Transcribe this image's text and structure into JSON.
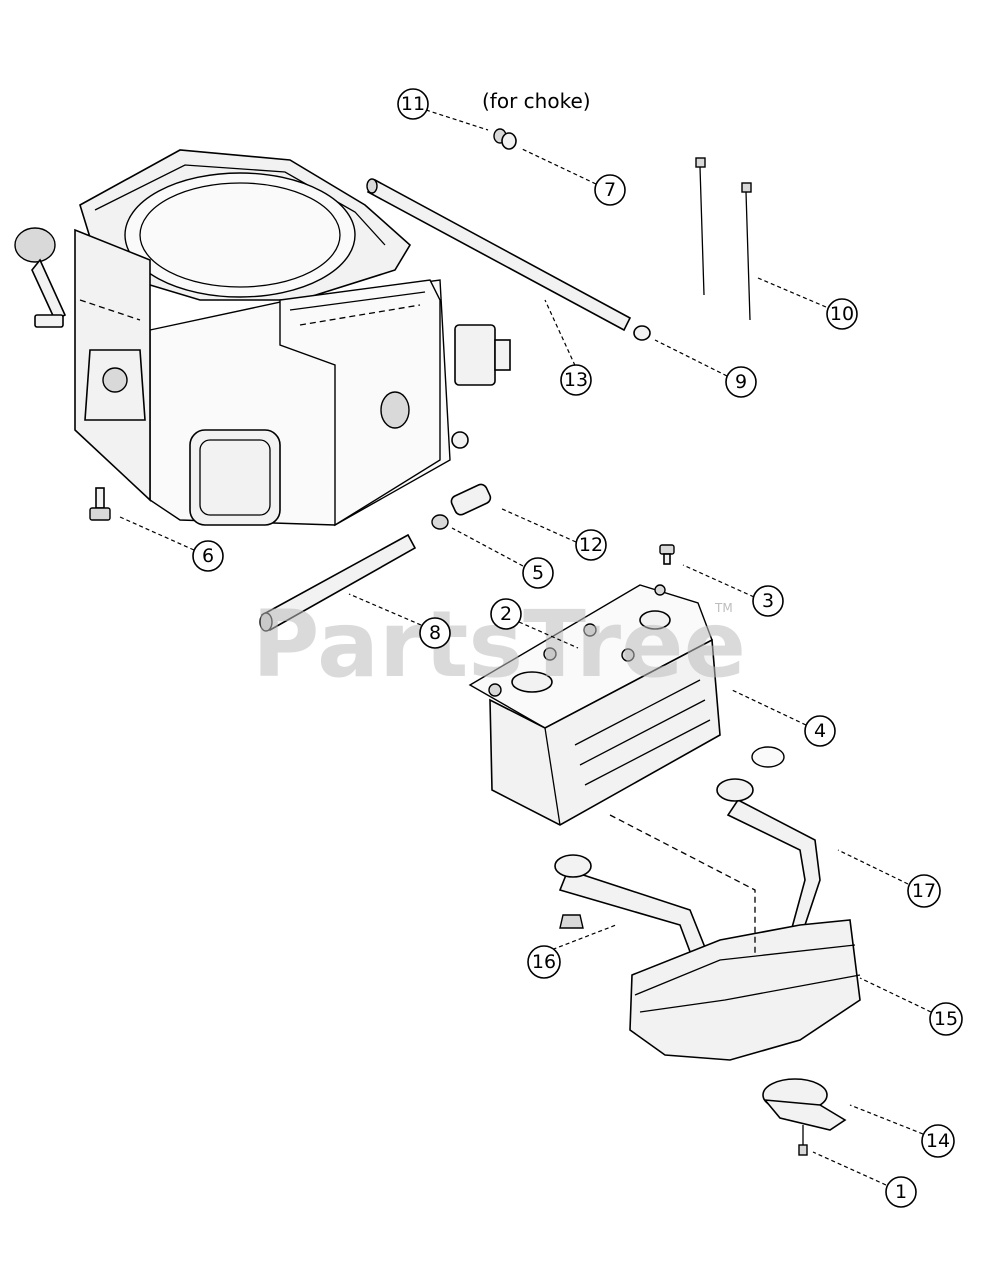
{
  "note": "(for choke)",
  "watermark": {
    "text": "PartsTree",
    "tm": "TM"
  },
  "callouts": [
    "11",
    "7",
    "10",
    "9",
    "13",
    "6",
    "12",
    "5",
    "3",
    "8",
    "2",
    "4",
    "17",
    "16",
    "15",
    "14",
    "1"
  ]
}
